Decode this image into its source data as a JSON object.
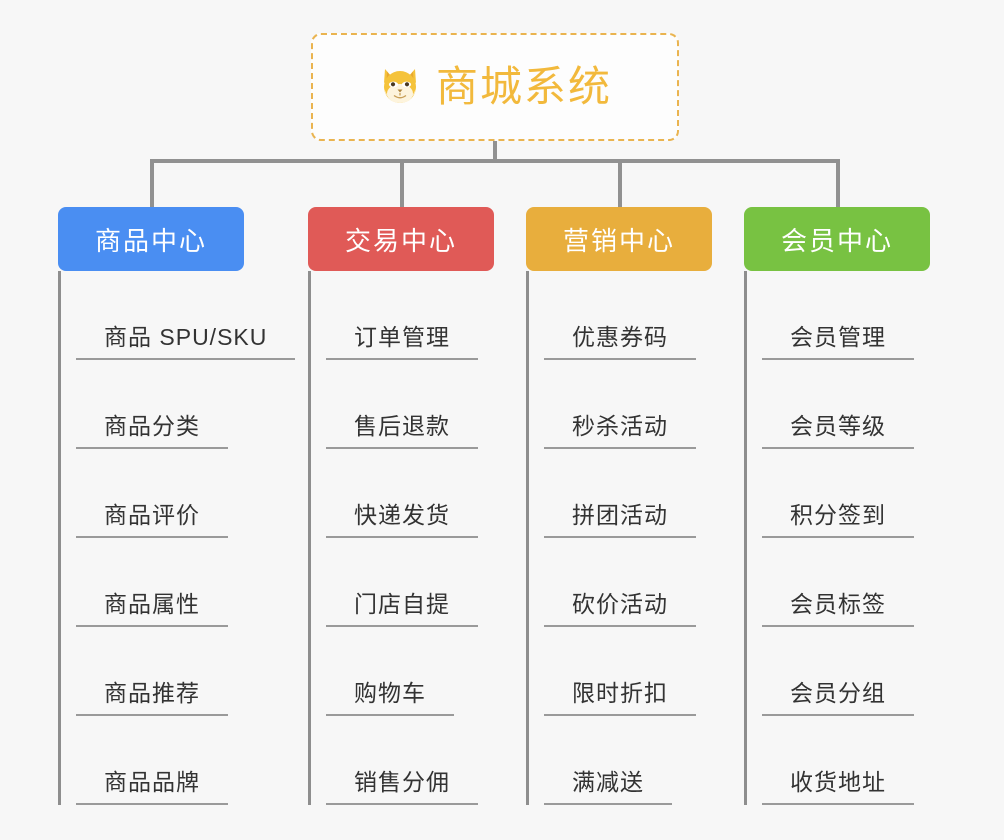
{
  "page": {
    "background_color": "#f7f7f7",
    "connector_color": "#919191"
  },
  "root": {
    "icon": "shiba-dog-face-icon",
    "icon_glyph": "🐕",
    "title": "商城系统",
    "title_color": "#f2b93c",
    "border_color": "#eab450",
    "border_style": "dashed"
  },
  "columns": [
    {
      "category": "商品中心",
      "color": "#4a8ef2",
      "items": [
        "商品 SPU/SKU",
        "商品分类",
        "商品评价",
        "商品属性",
        "商品推荐",
        "商品品牌"
      ]
    },
    {
      "category": "交易中心",
      "color": "#e05a57",
      "items": [
        "订单管理",
        "售后退款",
        "快递发货",
        "门店自提",
        "购物车",
        "销售分佣"
      ]
    },
    {
      "category": "营销中心",
      "color": "#e8ae3d",
      "items": [
        "优惠券码",
        "秒杀活动",
        "拼团活动",
        "砍价活动",
        "限时折扣",
        "满减送"
      ]
    },
    {
      "category": "会员中心",
      "color": "#78c242",
      "items": [
        "会员管理",
        "会员等级",
        "积分签到",
        "会员标签",
        "会员分组",
        "收货地址"
      ]
    }
  ]
}
